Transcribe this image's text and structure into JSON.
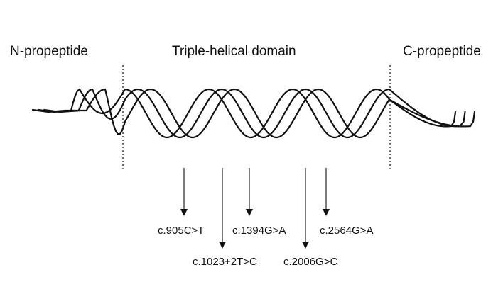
{
  "regions": {
    "n_propeptide": "N-propeptide",
    "triple_helical": "Triple-helical domain",
    "c_propeptide": "C-propeptide"
  },
  "mutations": [
    {
      "label": "c.905C>T"
    },
    {
      "label": "c.1023+2T>C"
    },
    {
      "label": "c.1394G>A"
    },
    {
      "label": "c.2006G>C"
    },
    {
      "label": "c.2564G>A"
    }
  ],
  "colors": {
    "ink": "#111111",
    "background": "#ffffff"
  }
}
